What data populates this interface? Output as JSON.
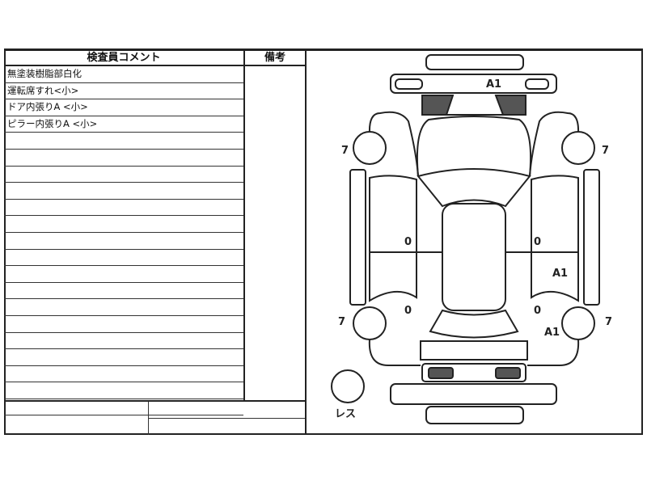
{
  "comments_table": {
    "header": "検査員コメント",
    "remarks_header": "備考",
    "rows": [
      "無塗装樹脂部白化",
      "運転席すれ<小>",
      "ドア内張りA <小>",
      "ピラー内張りA <小>",
      "",
      "",
      "",
      "",
      "",
      "",
      "",
      "",
      "",
      "",
      "",
      "",
      "",
      "",
      "",
      "",
      ""
    ]
  },
  "diagram": {
    "front_bumper_mark": "A1",
    "wheel_marks": [
      "7",
      "7",
      "7",
      "7"
    ],
    "right_rear_door_mark": "A1",
    "right_rear_fender_mark": "A1",
    "pillar_marks": [
      "0",
      "0",
      "0",
      "0"
    ],
    "spare_tire_label": "レス",
    "light_color": "#555555"
  }
}
